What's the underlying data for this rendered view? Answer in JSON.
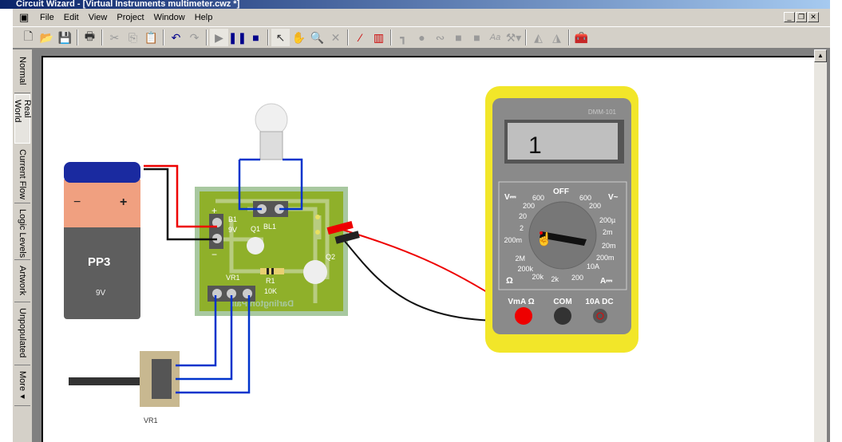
{
  "window": {
    "title": "Circuit Wizard - [Virtual Instruments multimeter.cwz *]"
  },
  "menu": [
    "File",
    "Edit",
    "View",
    "Project",
    "Window",
    "Help"
  ],
  "toolbar": {
    "icons": [
      "new-icon",
      "open-icon",
      "save-icon",
      "print-icon",
      "cut-icon",
      "copy-icon",
      "paste-icon",
      "undo-icon",
      "redo-icon",
      "play-icon",
      "pause-icon",
      "stop-icon",
      "select-icon",
      "pan-hand-icon",
      "zoom-icon",
      "delete-icon",
      "probe-icon",
      "graph-icon",
      "wire-icon",
      "node-icon",
      "curve-icon",
      "rectangle-icon",
      "square-icon",
      "text-icon",
      "custom-tool-icon",
      "rotate-left-icon",
      "rotate-right-icon",
      "toolbox-icon"
    ]
  },
  "view_tabs": [
    {
      "label": "Normal"
    },
    {
      "label": "Real World",
      "selected": true
    },
    {
      "label": "Current Flow"
    },
    {
      "label": "Logic Levels"
    },
    {
      "label": "Artwork"
    },
    {
      "label": "Unpopulated"
    },
    {
      "label": "More"
    }
  ],
  "circuit": {
    "battery": {
      "label": "PP3",
      "voltage": "9V",
      "plus": "+",
      "minus": "−"
    },
    "pcb": {
      "b1": "B1",
      "b1_v": "9V",
      "bl1": "BL1",
      "q1": "Q1",
      "q2": "Q2",
      "r1": "R1",
      "r1_v": "10K",
      "vr1": "VR1",
      "board_text": "Darlington Pair",
      "plus": "+",
      "minus": "−"
    },
    "pot": {
      "label": "VR1"
    }
  },
  "multimeter": {
    "model": "DMM-101",
    "display": "1",
    "off": "OFF",
    "dcv": "V⎓",
    "acv": "V~",
    "ohm": "Ω",
    "dca": "A⎓",
    "dcv_ranges": [
      "600",
      "200",
      "20",
      "2",
      "200m"
    ],
    "acv_ranges": [
      "600",
      "200"
    ],
    "dca_ranges": [
      "200µ",
      "2m",
      "20m",
      "200m",
      "10A"
    ],
    "ohm_ranges": [
      "2M",
      "200k",
      "20k",
      "2k",
      "200"
    ],
    "jacks": [
      "VmA Ω",
      "COM",
      "10A DC"
    ],
    "colors": {
      "body": "#f2e629",
      "panel": "#8a8a8a",
      "red_jack": "#e00000",
      "probe_red": "#e00000",
      "probe_black": "#111111"
    }
  }
}
